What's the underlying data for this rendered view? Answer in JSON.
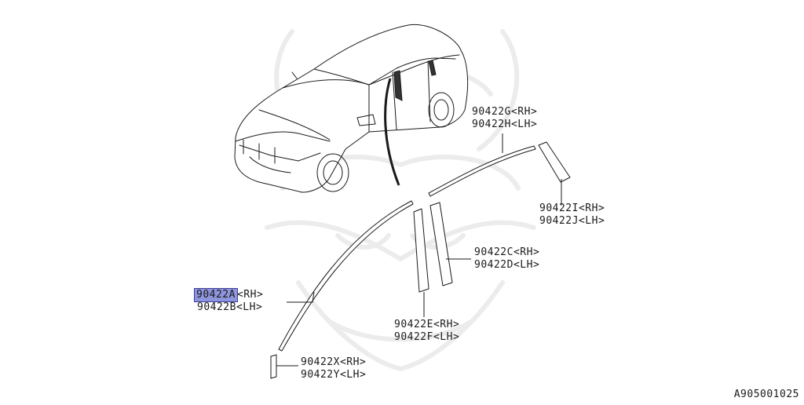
{
  "callouts": [
    {
      "id": "g",
      "parts": [
        {
          "pn": "90422G",
          "side": "<RH>"
        },
        {
          "pn": "90422H",
          "side": "<LH>"
        }
      ]
    },
    {
      "id": "i",
      "parts": [
        {
          "pn": "90422I",
          "side": " <RH>"
        },
        {
          "pn": "90422J",
          "side": "<LH>"
        }
      ]
    },
    {
      "id": "c",
      "parts": [
        {
          "pn": "90422C",
          "side": "<RH>"
        },
        {
          "pn": "90422D",
          "side": "<LH>"
        }
      ]
    },
    {
      "id": "a",
      "parts": [
        {
          "pn": "90422A",
          "side": "<RH>",
          "highlighted": true
        },
        {
          "pn": "90422B",
          "side": "<LH>"
        }
      ]
    },
    {
      "id": "e",
      "parts": [
        {
          "pn": "90422E",
          "side": "<RH>"
        },
        {
          "pn": "90422F",
          "side": "<LH>"
        }
      ]
    },
    {
      "id": "x",
      "parts": [
        {
          "pn": "90422X",
          "side": "<RH>"
        },
        {
          "pn": "90422Y",
          "side": "<LH>"
        }
      ]
    }
  ],
  "diagram_id": "A905001025",
  "colors": {
    "highlight": "#8f95dc",
    "ink": "#1a1a1a",
    "watermark": "#ececec"
  }
}
